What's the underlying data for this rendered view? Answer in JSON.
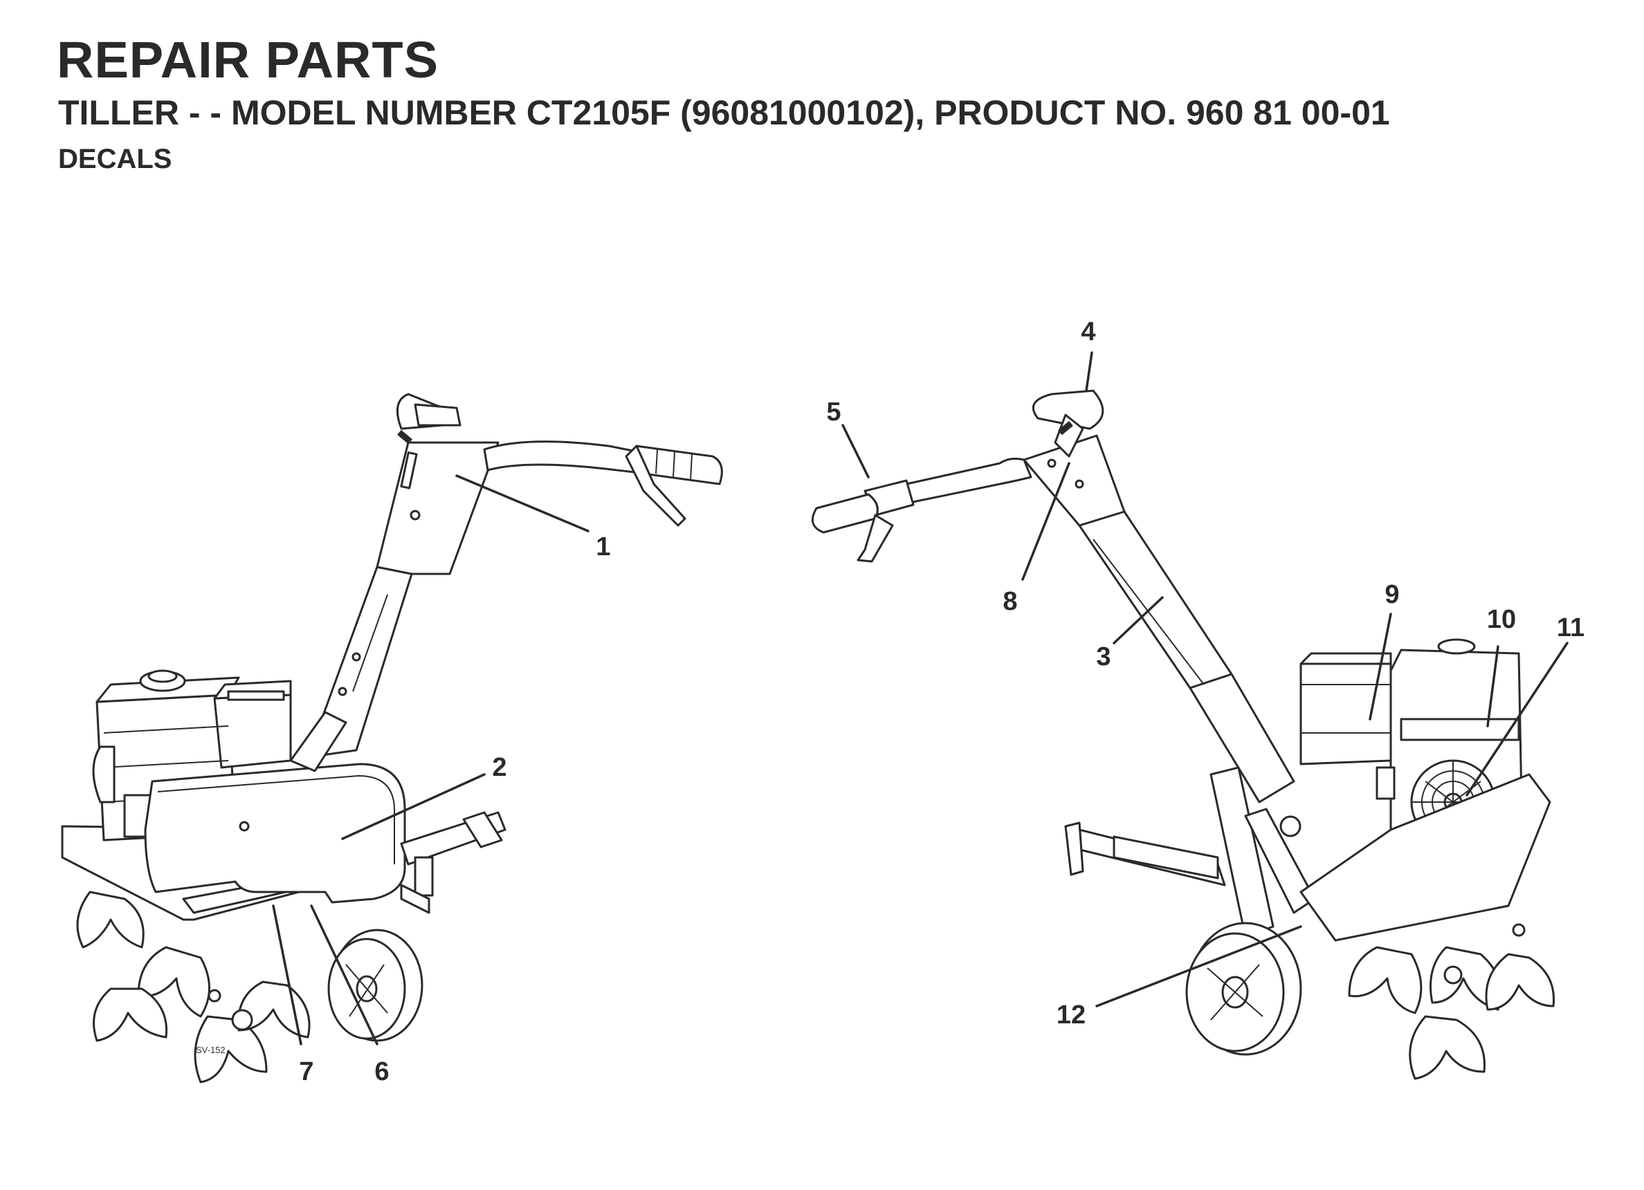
{
  "header": {
    "title": "REPAIR PARTS",
    "subtitle": "TILLER - - MODEL NUMBER CT2105F (96081000102), PRODUCT NO. 960 81 00-01",
    "section": "DECALS"
  },
  "figure_code": "SV-152",
  "callouts": [
    "1",
    "2",
    "3",
    "4",
    "5",
    "6",
    "7",
    "8",
    "9",
    "10",
    "11",
    "12"
  ]
}
